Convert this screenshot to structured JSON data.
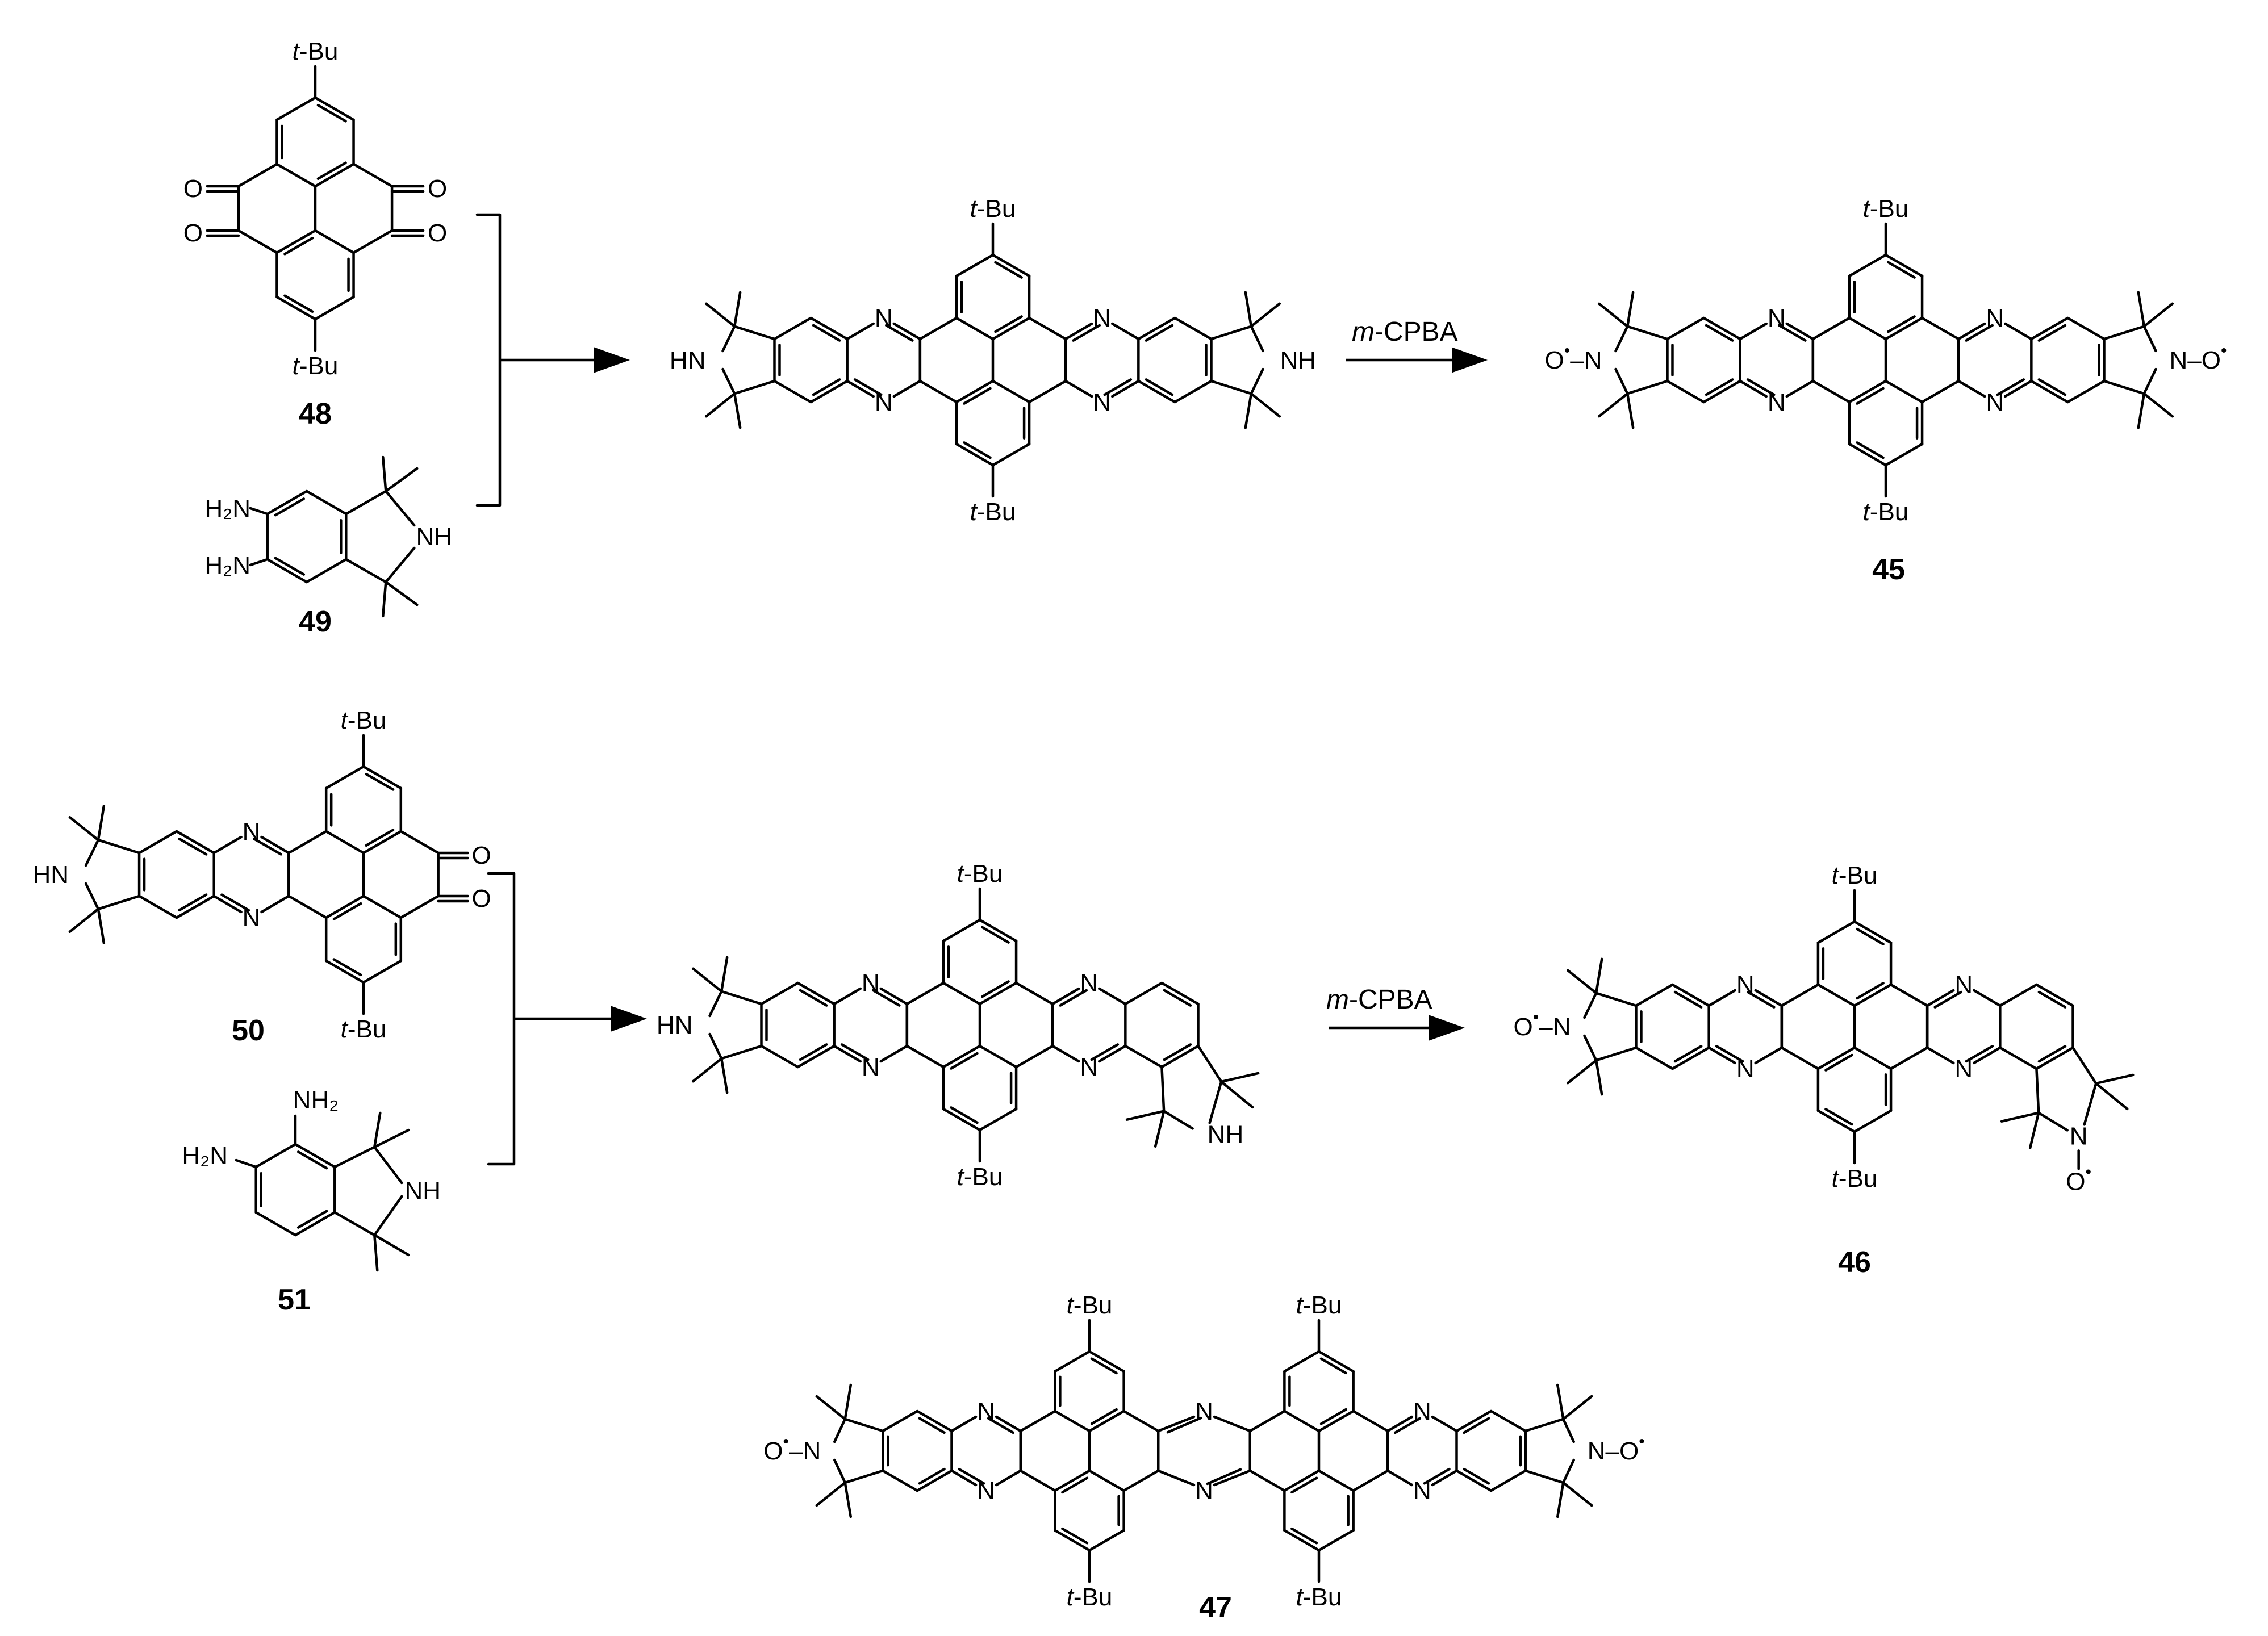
{
  "atoms": {
    "tbu_prefix": "t",
    "tbu_suffix": "-Bu",
    "n": "N",
    "nh": "NH",
    "hn": "HN",
    "o": "O",
    "h2n": "H₂N",
    "nh2": "NH₂",
    "no_right": "N–O",
    "o_left": "O",
    "radical": "•"
  },
  "reagents": {
    "oxidant_prefix": "m",
    "oxidant_suffix": "-CPBA"
  },
  "compounds": {
    "c48": "48",
    "c49": "49",
    "c45": "45",
    "c50": "50",
    "c51": "51",
    "c46": "46",
    "c47": "47"
  }
}
